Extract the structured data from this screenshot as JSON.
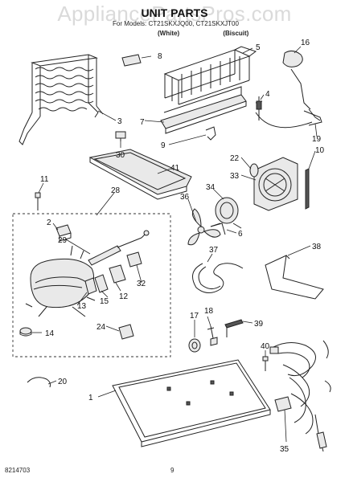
{
  "watermark": "AppliancePartsPros.com",
  "header": {
    "title": "UNIT PARTS",
    "models_line": "For Models: CT21SKXJQ00, CT21SKXJT00",
    "variant_white": "(White)",
    "variant_biscuit": "(Biscuit)"
  },
  "footer": {
    "doc_number": "8214703",
    "page_number": "9"
  },
  "callouts": {
    "c1": "1",
    "c2": "2",
    "c3": "3",
    "c4": "4",
    "c5": "5",
    "c6": "6",
    "c7": "7",
    "c8": "8",
    "c9": "9",
    "c10": "10",
    "c11": "11",
    "c12": "12",
    "c13": "13",
    "c14": "14",
    "c15": "15",
    "c16": "16",
    "c17": "17",
    "c18": "18",
    "c19": "19",
    "c20": "20",
    "c22": "22",
    "c24": "24",
    "c28": "28",
    "c29": "29",
    "c30": "30",
    "c32": "32",
    "c33": "33",
    "c34": "34",
    "c35": "35",
    "c36": "36",
    "c37": "37",
    "c38": "38",
    "c39": "39",
    "c40": "40",
    "c41": "41"
  }
}
